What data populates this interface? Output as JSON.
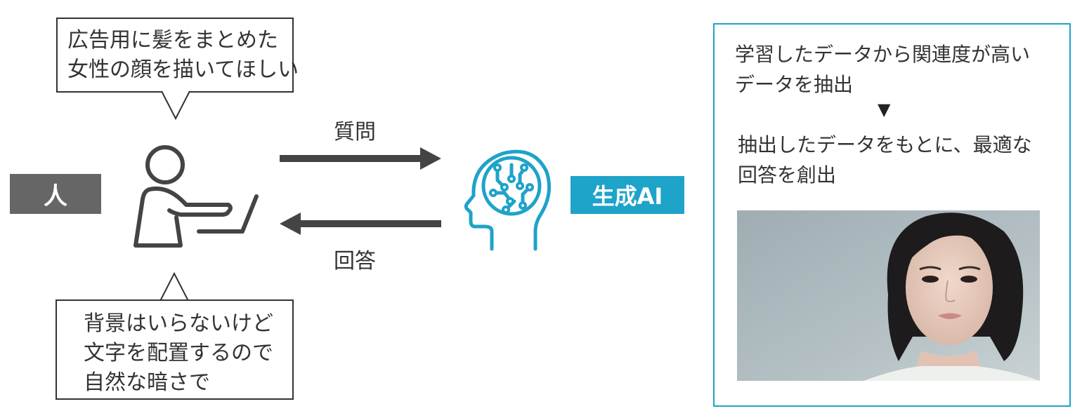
{
  "human": {
    "label": "人",
    "label_bg": "#666666",
    "request_bubble_lines": "広告用に髪をまとめた\n女性の顔を描いてほしい",
    "condition_bubble_lines": "背景はいらないけど\n文字を配置するので\n自然な暗さで",
    "icon": "person-at-laptop-icon"
  },
  "flow": {
    "question_label": "質問",
    "answer_label": "回答",
    "arrow_color": "#444444"
  },
  "ai": {
    "label": "生成AI",
    "label_bg": "#1ea3c9",
    "icon": "ai-brain-head-icon",
    "accent": "#1ea3c9"
  },
  "process": {
    "step1_lines": "学習したデータから関連度が高い\nデータを抽出",
    "arrow_glyph": "▼",
    "step2_lines": "抽出したデータをもとに、最適な\n回答を創出",
    "result_image": "generated-portrait-image"
  }
}
